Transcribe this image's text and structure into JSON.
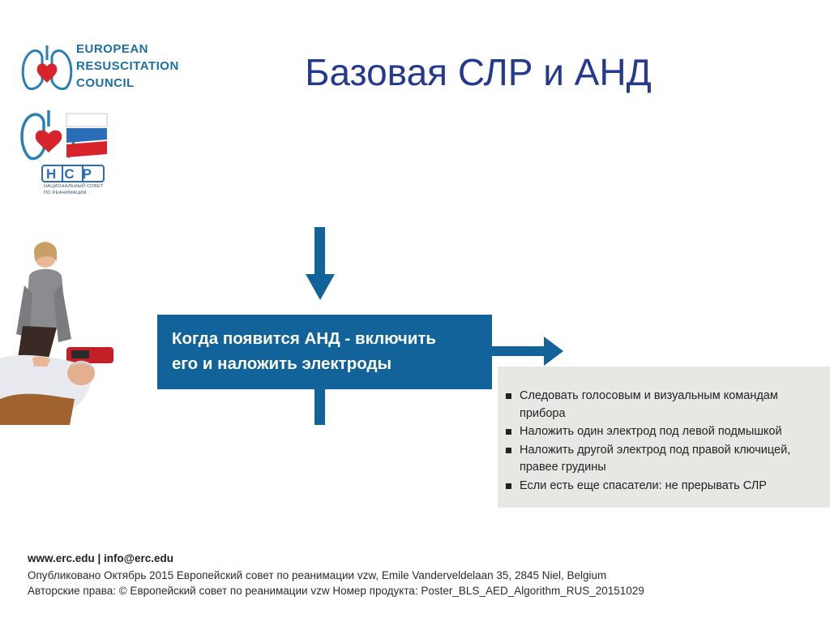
{
  "slide": {
    "title": "Базовая СЛР и АНД"
  },
  "erc_logo": {
    "lines": [
      "EUROPEAN",
      "RESUSCITATION",
      "COUNCIL"
    ],
    "icon": "lungs-heart-icon"
  },
  "ncr_logo": {
    "acronym": "НСР",
    "subtitle_lines": [
      "НАЦИОНАЛЬНЫЙ СОВЕТ",
      "ПО РЕАНИМАЦИИ"
    ],
    "icon": "lungs-heart-flag-icon"
  },
  "algorithm": {
    "step_lines": [
      "Когда появится АНД - включить",
      "его и наложить электроды"
    ],
    "instructions": [
      "Следовать голосовым и визуальным командам прибора",
      "Наложить один электрод под левой подмышкой",
      "Наложить другой электрод под правой ключицей, правее грудины",
      "Если есть еще спасатели: не прерывать СЛР"
    ]
  },
  "footer": {
    "links": "www.erc.edu | info@erc.edu",
    "published": "Опубликовано Октябрь 2015 Европейский совет по реанимации vzw, Emile Vanderveldelaan 35, 2845 Niel, Belgium",
    "copyright": "Авторские права: © Европейский совет по реанимации vzw   Номер продукта: Poster_BLS_AED_Algorithm_RUS_20151029"
  },
  "colors": {
    "title": "#243a8f",
    "box_blue": "#12639a",
    "panel_gray": "#e7e8e4",
    "erc_blue": "#1d6fa3",
    "heart_red": "#d6242a"
  }
}
